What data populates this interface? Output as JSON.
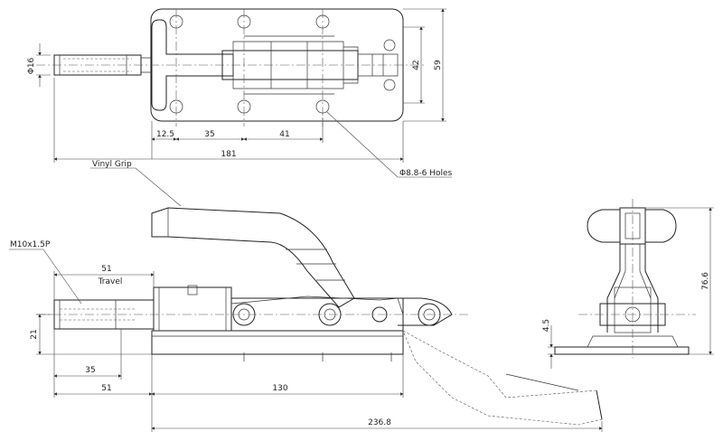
{
  "top_view": {
    "dia_shaft": "Φ16",
    "dim_42": "42",
    "dim_59": "59",
    "dim_12_5": "12.5",
    "dim_35": "35",
    "dim_41": "41",
    "dim_181": "181",
    "holes_note": "Φ8.8-6 Holes"
  },
  "side_view": {
    "grip_label": "Vinyl Grip",
    "thread_label": "M10x1.5P",
    "dim_51_top": "51",
    "travel_label": "Travel",
    "dim_21": "21",
    "dim_35": "35",
    "dim_51_bottom": "51",
    "dim_130": "130",
    "dim_236_8": "236.8"
  },
  "end_view": {
    "dim_76_6": "76.6",
    "dim_4_5": "4.5"
  }
}
